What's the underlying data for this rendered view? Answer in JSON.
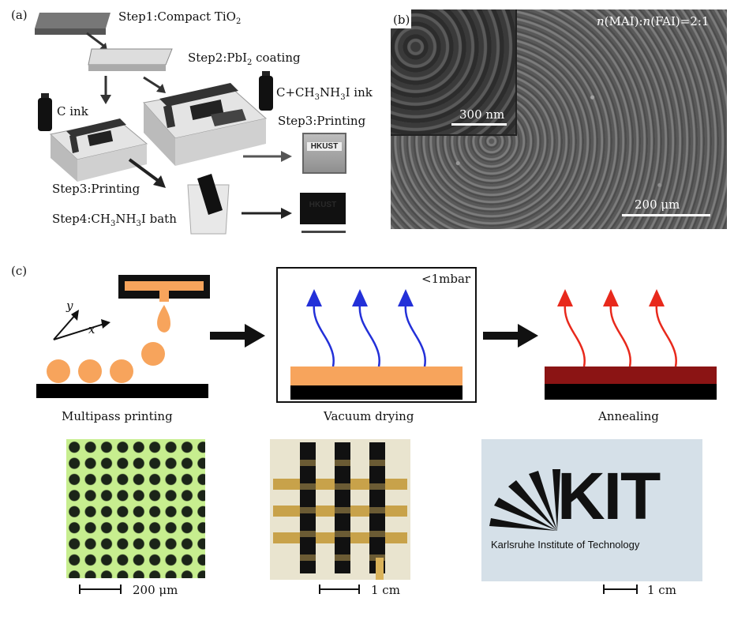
{
  "panel_a": {
    "label": "(a)",
    "step1": "Step1:Compact TiO",
    "step1_sub": "2",
    "step2": "Step2:PbI",
    "step2_sub": "2",
    "step2_tail": " coating",
    "ink_right_a": "C+CH",
    "ink_right_sub1": "3",
    "ink_right_b": "NH",
    "ink_right_sub2": "3",
    "ink_right_c": "I ink",
    "step3_right": "Step3:Printing",
    "c_ink": "C ink",
    "step3_left": "Step3:Printing",
    "step4_a": "Step4:CH",
    "step4_sub1": "3",
    "step4_b": "NH",
    "step4_sub2": "3",
    "step4_c": "I bath",
    "device_label": "HKUST"
  },
  "panel_b": {
    "label": "(b)",
    "ratio_n1": "n",
    "ratio_mid": "(MAI):",
    "ratio_n2": "n",
    "ratio_tail": "(FAI)=2:1",
    "inset_scale": "300 nm",
    "scale": "200 μm"
  },
  "panel_c": {
    "label": "(c)",
    "axis_y": "y",
    "axis_x": "x",
    "pressure": "<1mbar",
    "step_print": "Multipass printing",
    "step_vacuum": "Vacuum drying",
    "step_anneal": "Annealing",
    "scale_left": "200 μm",
    "scale_mid": "1 cm",
    "scale_right": "1 cm",
    "kit_logo": "KIT",
    "kit_caption": "Karlsruhe Institute of Technology"
  },
  "colors": {
    "orange": "#f7a45c",
    "blue_arrow": "#2330d8",
    "red_arrow": "#e8291c",
    "dark_red_layer": "#8b1414",
    "green_substrate": "#c7ee8f",
    "sem_gray": "#6b6b6b"
  }
}
